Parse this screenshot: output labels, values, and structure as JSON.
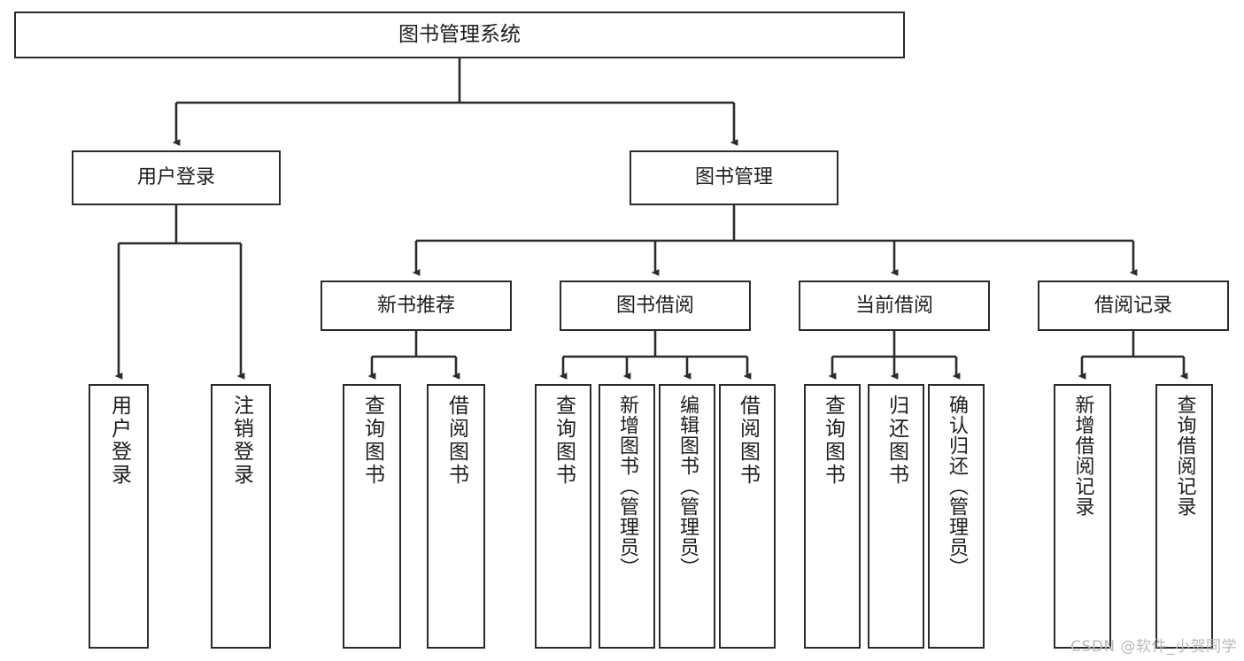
{
  "diagram": {
    "title": "图书管理系统",
    "type": "tree",
    "watermark": "CSDN @软件_小贺同学",
    "colors": {
      "background": "#ffffff",
      "border": "#2b2b2b",
      "text": "#1d1d1d",
      "edge": "#2b2b2b",
      "watermark": "#b9b9b9"
    },
    "root": {
      "label": "图书管理系统"
    },
    "level2": [
      {
        "label": "用户登录"
      },
      {
        "label": "图书管理"
      }
    ],
    "level3": [
      {
        "label": "新书推荐"
      },
      {
        "label": "图书借阅"
      },
      {
        "label": "当前借阅"
      },
      {
        "label": "借阅记录"
      }
    ],
    "leaves": {
      "user_login": [
        {
          "label": "用户登录"
        },
        {
          "label": "注销登录"
        }
      ],
      "new_book_recommend": [
        {
          "label": "查询图书"
        },
        {
          "label": "借阅图书"
        }
      ],
      "book_borrow": [
        {
          "label": "查询图书"
        },
        {
          "label": "新增图书（管理员）"
        },
        {
          "label": "编辑图书（管理员）"
        },
        {
          "label": "借阅图书"
        }
      ],
      "current_borrow": [
        {
          "label": "查询图书"
        },
        {
          "label": "归还图书"
        },
        {
          "label": "确认归还（管理员）"
        }
      ],
      "borrow_record": [
        {
          "label": "新增借阅记录"
        },
        {
          "label": "查询借阅记录"
        }
      ]
    }
  }
}
